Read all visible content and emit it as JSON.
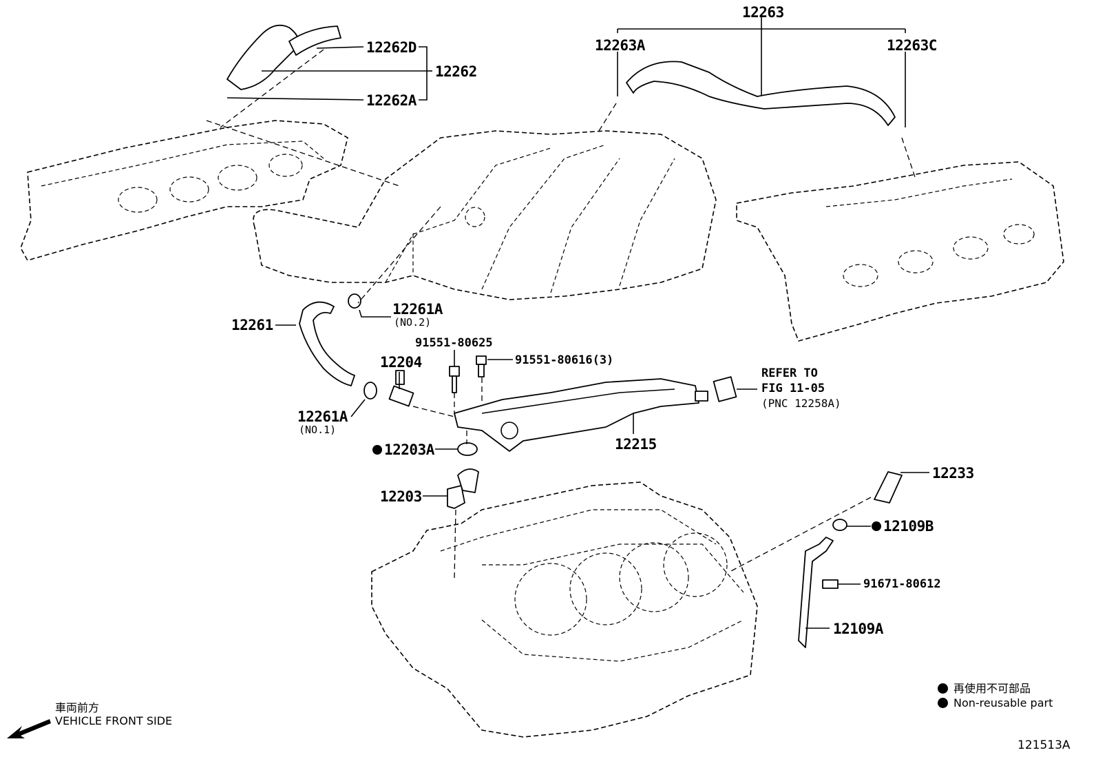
{
  "labels": {
    "p12263": "12263",
    "p12263A": "12263A",
    "p12263C": "12263C",
    "p12262D": "12262D",
    "p12262": "12262",
    "p12262A": "12262A",
    "p12261": "12261",
    "p12261A_no2": "12261A",
    "p12261A_no2_note": "(NO.2)",
    "p12261A_no1": "12261A",
    "p12261A_no1_note": "(NO.1)",
    "p91551_80625": "91551-80625",
    "p91551_80616": "91551-80616(3)",
    "p12204": "12204",
    "refer_line1": "REFER TO",
    "refer_line2": "FIG 11-05",
    "refer_line3": "(PNC 12258A)",
    "p12215": "12215",
    "p12203A": "12203A",
    "p12203": "12203",
    "p12233": "12233",
    "p12109B": "12109B",
    "p91671_80612": "91671-80612",
    "p12109A": "12109A"
  },
  "legend": {
    "jp": "再使用不可部品",
    "en": "Non-reusable part"
  },
  "direction": {
    "jp": "車両前方",
    "en": "VEHICLE FRONT SIDE"
  },
  "figure_id": "121513A"
}
